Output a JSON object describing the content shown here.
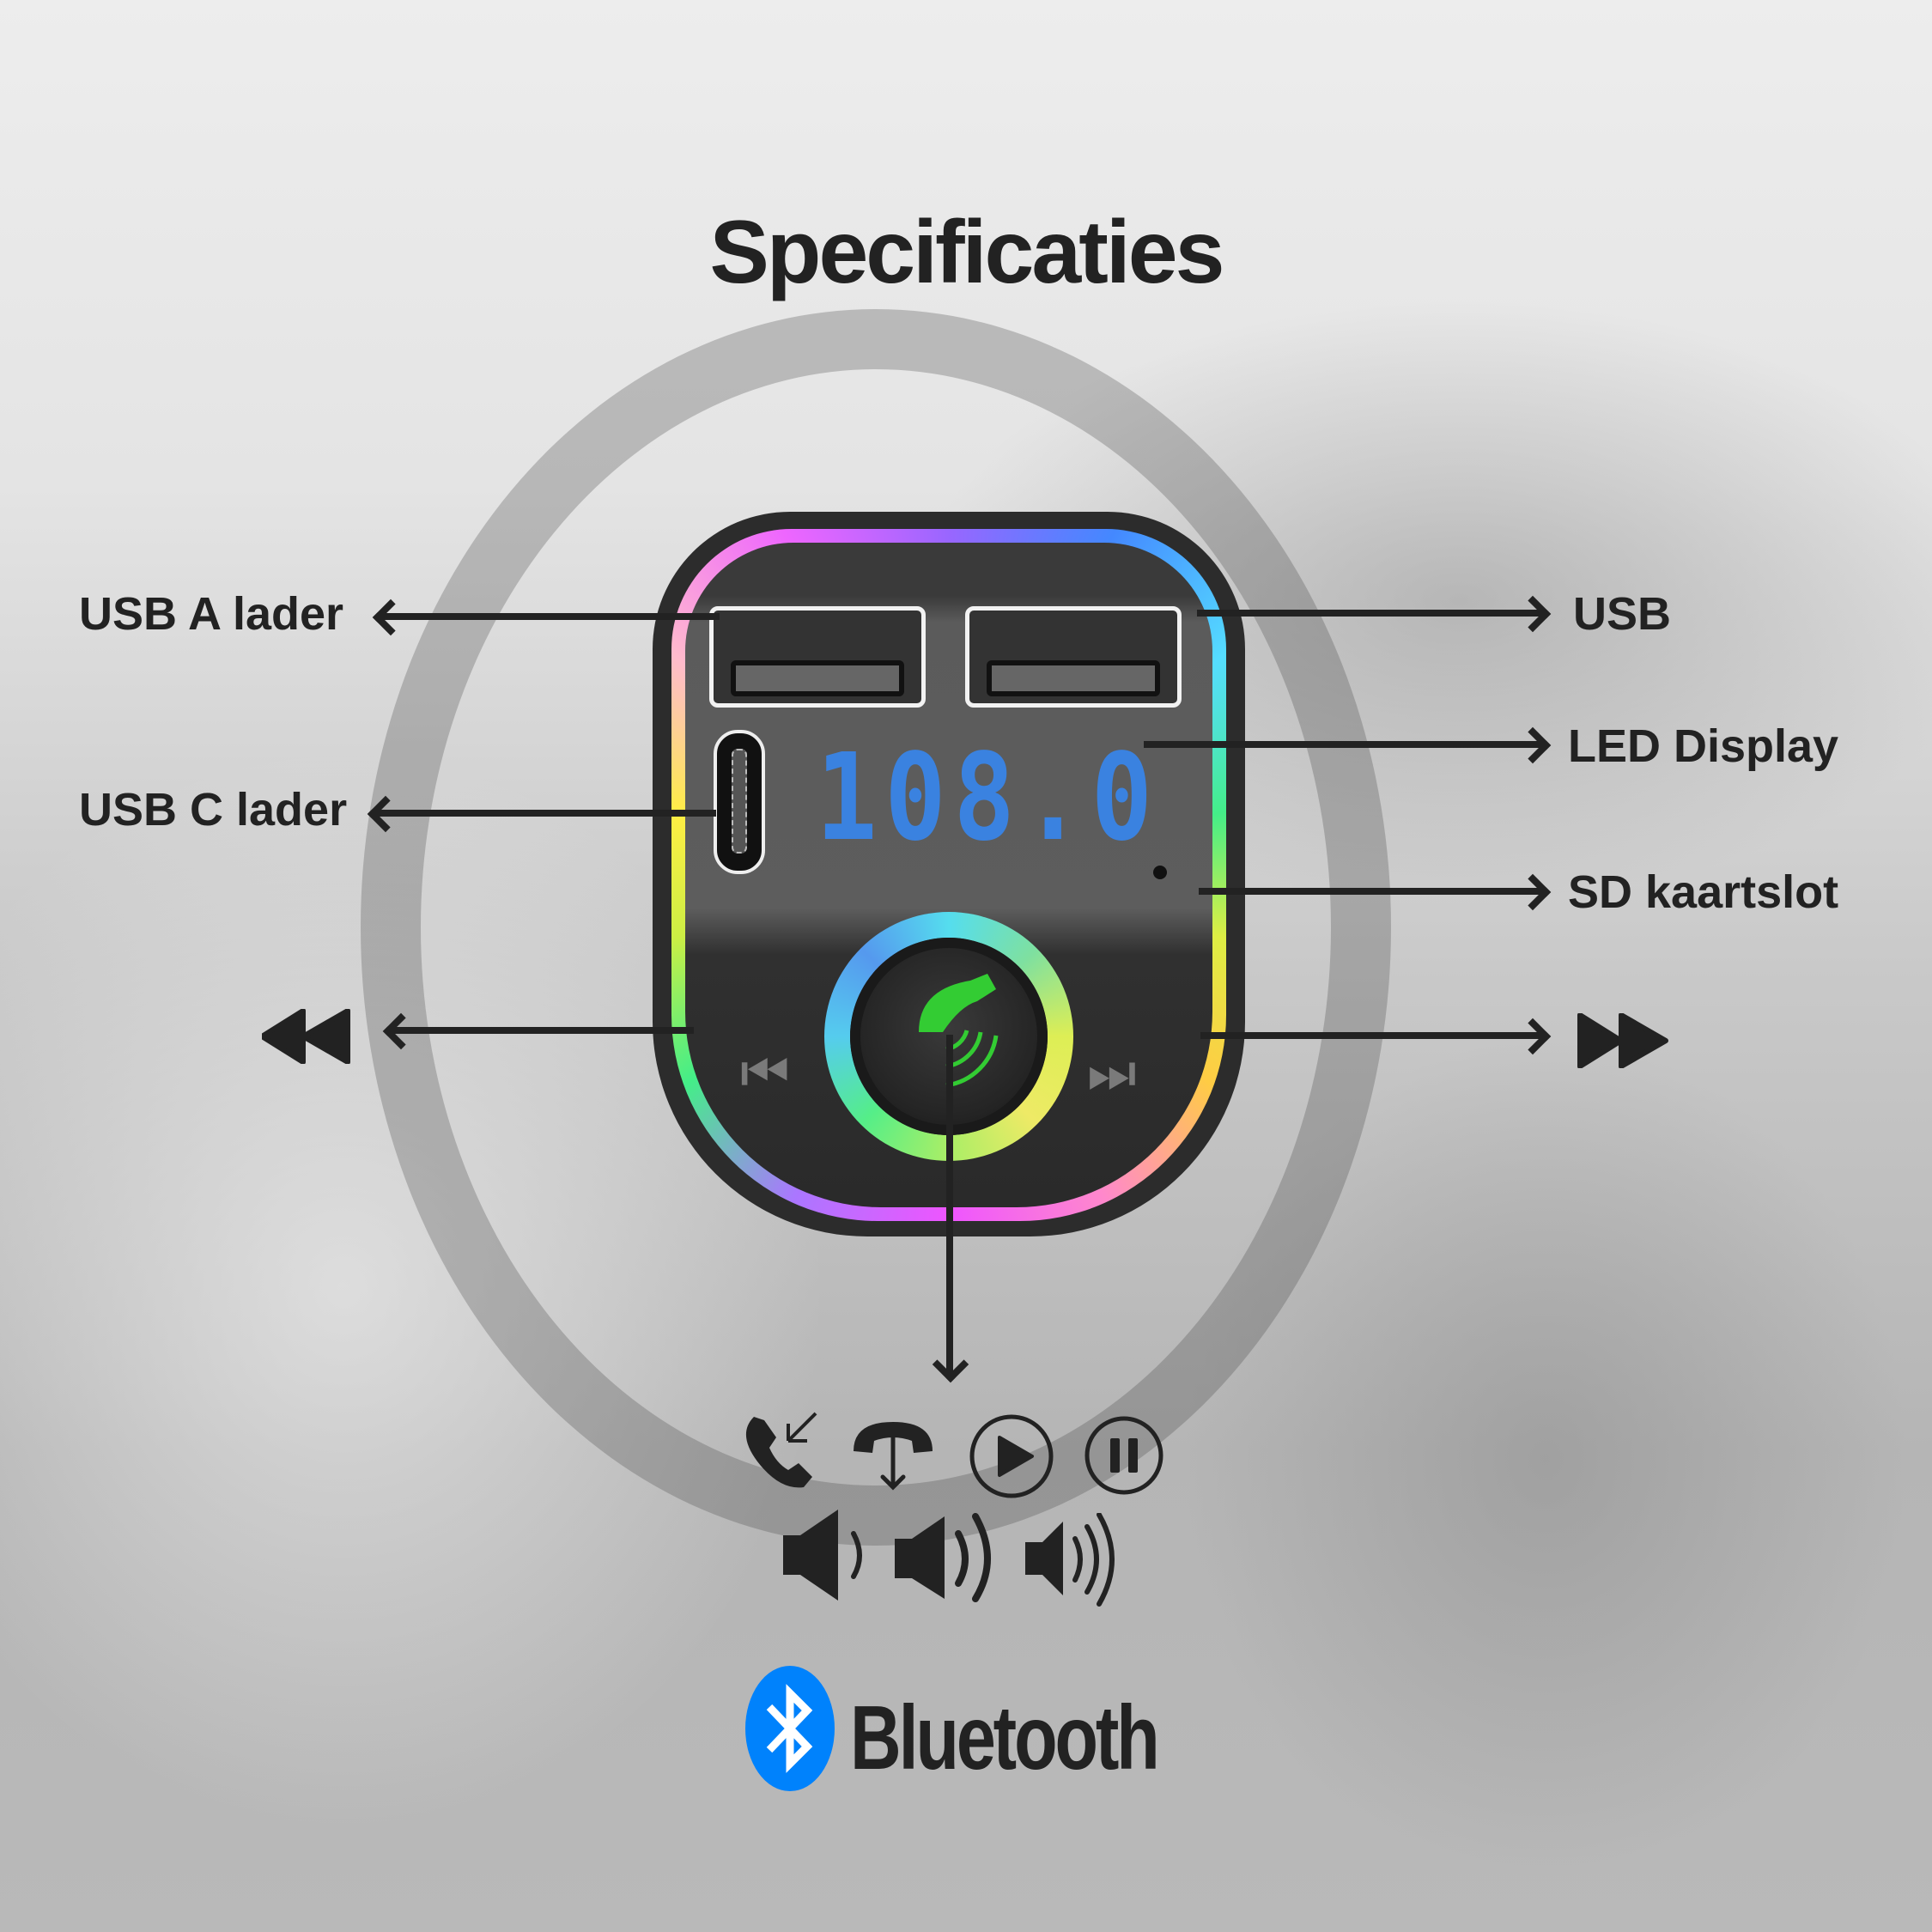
{
  "title": "Specificaties",
  "labels": {
    "usb_a": "USB A lader",
    "usb_c": "USB C lader",
    "usb": "USB",
    "led_display": "LED Display",
    "sd_slot": "SD kaartslot"
  },
  "device": {
    "display_value": "108.0",
    "display_color": "#3a82e0",
    "ports": [
      "USB A",
      "USB",
      "USB C"
    ],
    "center_button_icon": "phone-icon",
    "side_buttons": [
      "previous-track",
      "next-track"
    ]
  },
  "control_icons": {
    "row1": [
      "incoming-call-icon",
      "hang-up-icon",
      "play-icon",
      "pause-icon"
    ],
    "row2": [
      "volume-low-icon",
      "volume-medium-icon",
      "volume-high-icon"
    ]
  },
  "side_icons": {
    "left": "rewind-icon",
    "right": "fast-forward-icon"
  },
  "bluetooth": {
    "label": "Bluetooth",
    "brand_color": "#0082fc"
  }
}
